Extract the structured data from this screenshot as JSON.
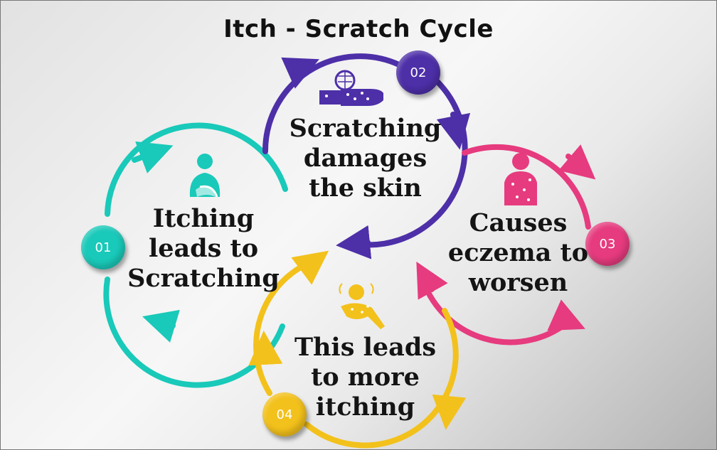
{
  "title": "Itch - Scratch Cycle",
  "steps": [
    {
      "number": "01",
      "lines": [
        "Itching",
        "leads to",
        "Scratching"
      ],
      "color": "#19c9b9",
      "icon": "person-scratching-icon"
    },
    {
      "number": "02",
      "lines": [
        "Scratching",
        "damages",
        "the skin"
      ],
      "color": "#4d2fa8",
      "icon": "skin-damage-icon"
    },
    {
      "number": "03",
      "lines": [
        "Causes",
        "eczema to",
        "worsen"
      ],
      "color": "#e63b7e",
      "icon": "rash-body-icon"
    },
    {
      "number": "04",
      "lines": [
        "This leads",
        "to more",
        "itching"
      ],
      "color": "#f3c11b",
      "icon": "itchy-person-icon"
    }
  ]
}
